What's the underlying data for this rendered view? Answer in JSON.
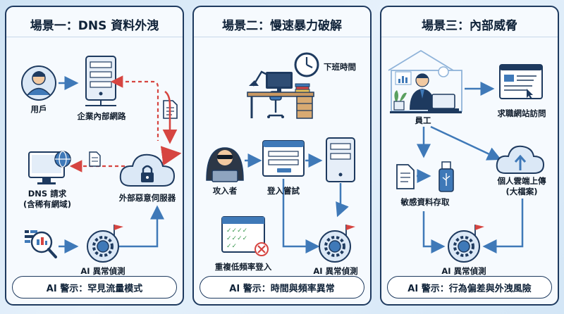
{
  "panels": [
    {
      "title": "場景一：DNS 資料外洩",
      "labels": {
        "user": "用戶",
        "intranet": "企業內部網路",
        "dns_request": "DNS 請求",
        "dns_request_sub": "(含稀有網域)",
        "malicious_server": "外部惡意伺服器",
        "ai": "AI 異常偵測"
      },
      "footer": "AI 警示：罕見流量模式"
    },
    {
      "title": "場景二：慢速暴力破解",
      "labels": {
        "after_hours": "下班時間",
        "attacker": "攻入者",
        "login": "登入嘗試",
        "repeated": "重複低頻率登入",
        "ai": "AI 異常偵測"
      },
      "footer": "AI 警示：時間與頻率異常"
    },
    {
      "title": "場景三：內部威脅",
      "labels": {
        "employee": "員工",
        "job_site": "求職網站訪問",
        "sensitive": "敏感資料存取",
        "cloud_upload": "個人雲端上傳",
        "cloud_upload_sub": "(大檔案)",
        "ai": "AI 異常偵測"
      },
      "footer": "AI 警示：行為偏差與外洩風險"
    }
  ],
  "colors": {
    "navy": "#1e3a5f",
    "blue": "#3f79b8",
    "red": "#d64541",
    "skin": "#f2c9a0"
  }
}
